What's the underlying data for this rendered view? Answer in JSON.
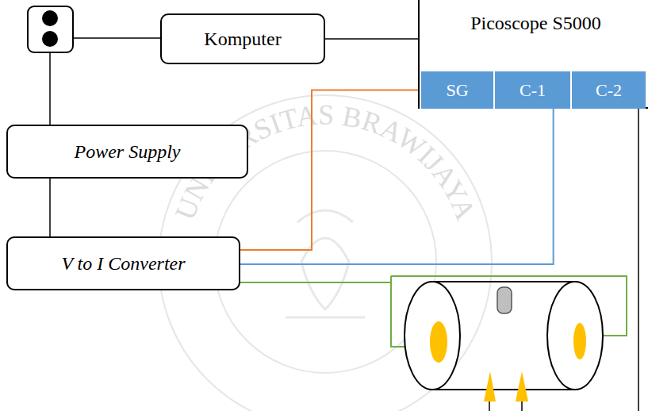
{
  "diagram": {
    "nodes": [
      {
        "text": [
          "Komputer"
        ]
      },
      {
        "text": [
          "Picoscope S5000"
        ]
      },
      {
        "text": [
          "SG"
        ],
        "in": 1
      },
      {
        "text": [
          "C-1"
        ],
        "in": 1
      },
      {
        "text": [
          "C-2"
        ],
        "in": 1
      },
      {
        "text": [
          "Power Supply"
        ]
      },
      {
        "text": [
          "V to I Converter"
        ]
      }
    ],
    "edges": [
      {
        "from": 0,
        "to": 1,
        "arrow": "none"
      },
      {
        "from": 5,
        "to": 6,
        "arrow": "none"
      },
      {
        "from": 2,
        "to": 6,
        "arrow": "none"
      },
      {
        "from": 3,
        "to": 6,
        "arrow": "none"
      }
    ],
    "labels": [
      "UNIVERSITAS BRAWIJAYA"
    ]
  }
}
